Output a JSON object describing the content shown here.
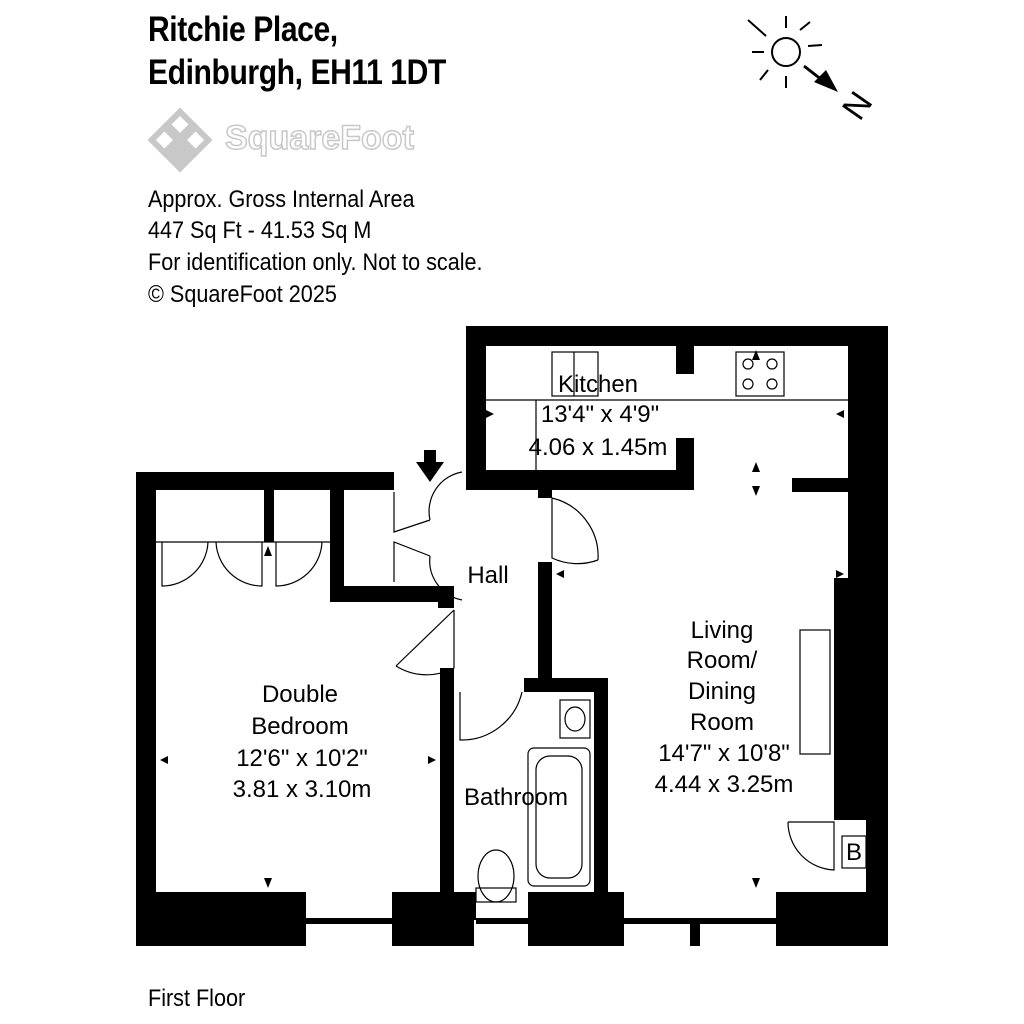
{
  "header": {
    "address_line1": "Ritchie Place,",
    "address_line2": "Edinburgh, EH11 1DT",
    "brand": "SquareFoot"
  },
  "info": {
    "area_label": "Approx. Gross Internal Area",
    "area_value": "447 Sq Ft  -  41.53 Sq M",
    "disclaimer": "For identification only. Not to scale.",
    "copyright": "© SquareFoot 2025"
  },
  "compass": {
    "north_label": "N",
    "icon": "sun-north-compass-icon"
  },
  "rooms": {
    "kitchen": {
      "name": "Kitchen",
      "dim_imperial": "13'4\" x 4'9\"",
      "dim_metric": "4.06 x 1.45m"
    },
    "hall": {
      "name": "Hall"
    },
    "bedroom": {
      "name_line1": "Double",
      "name_line2": "Bedroom",
      "dim_imperial": "12'6\" x 10'2\"",
      "dim_metric": "3.81 x 3.10m"
    },
    "living": {
      "name_line1": "Living",
      "name_line2": "Room/",
      "name_line3": "Dining",
      "name_line4": "Room",
      "dim_imperial": "14'7\" x 10'8\"",
      "dim_metric": "4.44 x 3.25m"
    },
    "bathroom": {
      "name": "Bathroom"
    },
    "boiler": {
      "label": "B"
    }
  },
  "floor": {
    "label": "First Floor"
  },
  "colors": {
    "wall": "#000000",
    "background": "#ffffff",
    "logo_gray": "#c8c8c8"
  }
}
